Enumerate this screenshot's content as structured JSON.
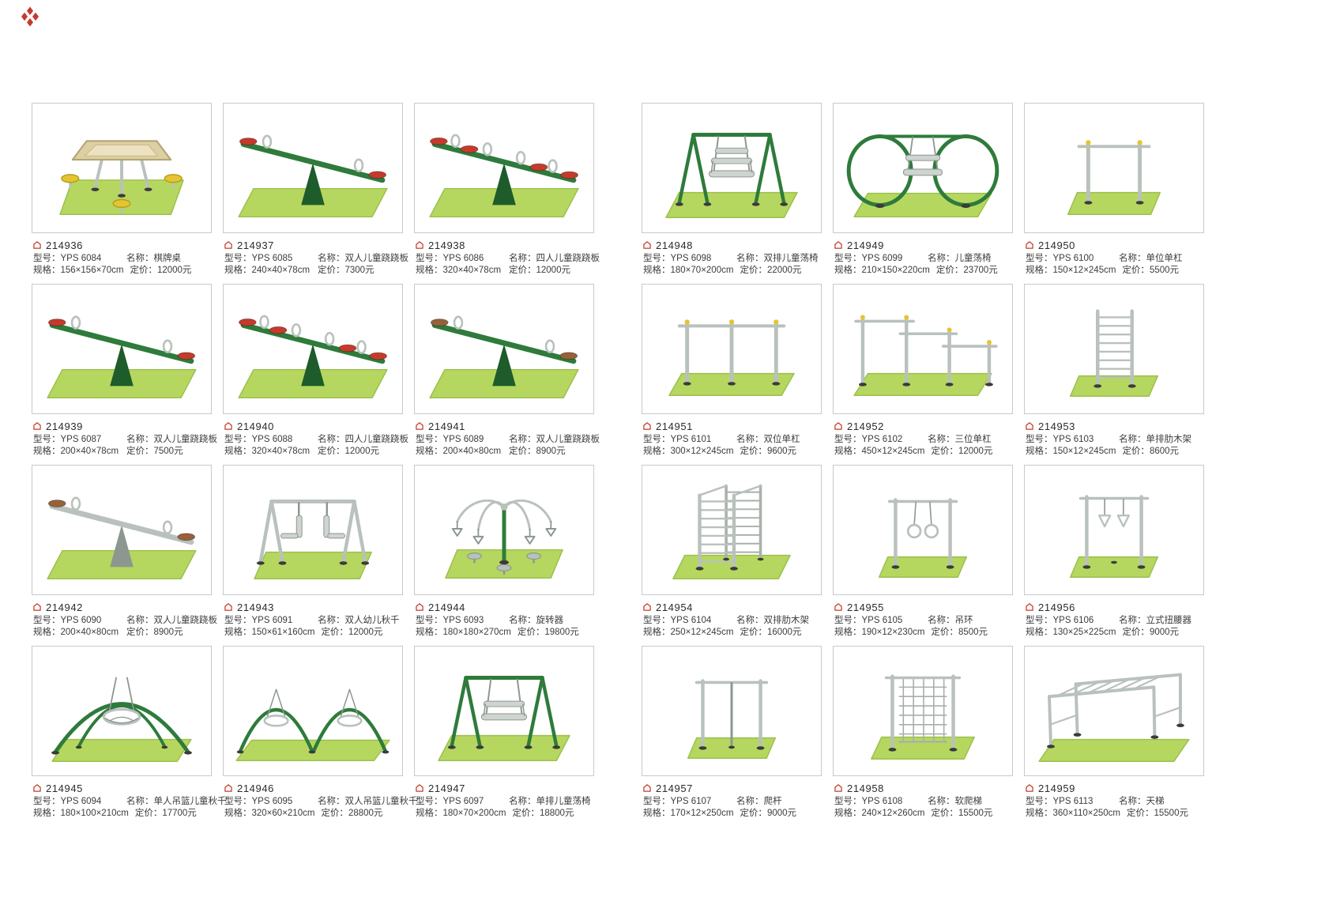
{
  "brand": {
    "mark": "diamond-cluster",
    "color": "#c63a2c"
  },
  "labels": {
    "model": "型号：",
    "name": "名称：",
    "spec": "规格：",
    "price": "定价："
  },
  "pages": [
    {
      "products": [
        {
          "id": "214936",
          "model": "YPS 6084",
          "name": "棋牌桌",
          "spec": "156×156×70cm",
          "price": "12000元",
          "figure": "table"
        },
        {
          "id": "214937",
          "model": "YPS 6085",
          "name": "双人儿童跷跷板",
          "spec": "240×40×78cm",
          "price": "7300元",
          "figure": "seesaw2"
        },
        {
          "id": "214938",
          "model": "YPS 6086",
          "name": "四人儿童跷跷板",
          "spec": "320×40×78cm",
          "price": "12000元",
          "figure": "seesaw4"
        },
        {
          "id": "214939",
          "model": "YPS 6087",
          "name": "双人儿童跷跷板",
          "spec": "200×40×78cm",
          "price": "7500元",
          "figure": "seesaw2"
        },
        {
          "id": "214940",
          "model": "YPS 6088",
          "name": "四人儿童跷跷板",
          "spec": "320×40×78cm",
          "price": "12000元",
          "figure": "seesaw4"
        },
        {
          "id": "214941",
          "model": "YPS 6089",
          "name": "双人儿童跷跷板",
          "spec": "200×40×80cm",
          "price": "8900元",
          "figure": "seesaw2-wood"
        },
        {
          "id": "214942",
          "model": "YPS 6090",
          "name": "双人儿童跷跷板",
          "spec": "200×40×80cm",
          "price": "8900元",
          "figure": "seesaw2-gray"
        },
        {
          "id": "214943",
          "model": "YPS 6091",
          "name": "双人幼儿秋千",
          "spec": "150×61×160cm",
          "price": "12000元",
          "figure": "twin-seat-swing"
        },
        {
          "id": "214944",
          "model": "YPS 6093",
          "name": "旋转器",
          "spec": "180×180×270cm",
          "price": "19800元",
          "figure": "spinner"
        },
        {
          "id": "214945",
          "model": "YPS 6094",
          "name": "单人吊篮儿童秋千",
          "spec": "180×100×210cm",
          "price": "17700元",
          "figure": "basket-swing"
        },
        {
          "id": "214946",
          "model": "YPS 6095",
          "name": "双人吊篮儿童秋千",
          "spec": "320×60×210cm",
          "price": "28800元",
          "figure": "double-basket-swing"
        },
        {
          "id": "214947",
          "model": "YPS 6097",
          "name": "单排儿童荡椅",
          "spec": "180×70×200cm",
          "price": "18800元",
          "figure": "aframe-swing"
        }
      ]
    },
    {
      "products": [
        {
          "id": "214948",
          "model": "YPS 6098",
          "name": "双排儿童荡椅",
          "spec": "180×70×200cm",
          "price": "22000元",
          "figure": "aframe-swing-double"
        },
        {
          "id": "214949",
          "model": "YPS 6099",
          "name": "儿童荡椅",
          "spec": "210×150×220cm",
          "price": "23700元",
          "figure": "ring-swing"
        },
        {
          "id": "214950",
          "model": "YPS 6100",
          "name": "单位单杠",
          "spec": "150×12×245cm",
          "price": "5500元",
          "figure": "pullup1"
        },
        {
          "id": "214951",
          "model": "YPS 6101",
          "name": "双位单杠",
          "spec": "300×12×245cm",
          "price": "9600元",
          "figure": "pullup2"
        },
        {
          "id": "214952",
          "model": "YPS 6102",
          "name": "三位单杠",
          "spec": "450×12×245cm",
          "price": "12000元",
          "figure": "pullup3"
        },
        {
          "id": "214953",
          "model": "YPS 6103",
          "name": "单排肋木架",
          "spec": "150×12×245cm",
          "price": "8600元",
          "figure": "ladder1"
        },
        {
          "id": "214954",
          "model": "YPS 6104",
          "name": "双排肋木架",
          "spec": "250×12×245cm",
          "price": "16000元",
          "figure": "ladder2"
        },
        {
          "id": "214955",
          "model": "YPS 6105",
          "name": "吊环",
          "spec": "190×12×230cm",
          "price": "8500元",
          "figure": "rings"
        },
        {
          "id": "214956",
          "model": "YPS 6106",
          "name": "立式扭腰器",
          "spec": "130×25×225cm",
          "price": "9000元",
          "figure": "twister"
        },
        {
          "id": "214957",
          "model": "YPS 6107",
          "name": "爬杆",
          "spec": "170×12×250cm",
          "price": "9000元",
          "figure": "climb-pole"
        },
        {
          "id": "214958",
          "model": "YPS 6108",
          "name": "软爬梯",
          "spec": "240×12×260cm",
          "price": "15500元",
          "figure": "rope-ladder"
        },
        {
          "id": "214959",
          "model": "YPS 6113",
          "name": "天梯",
          "spec": "360×110×250cm",
          "price": "15500元",
          "figure": "monkey-bars"
        }
      ]
    }
  ]
}
